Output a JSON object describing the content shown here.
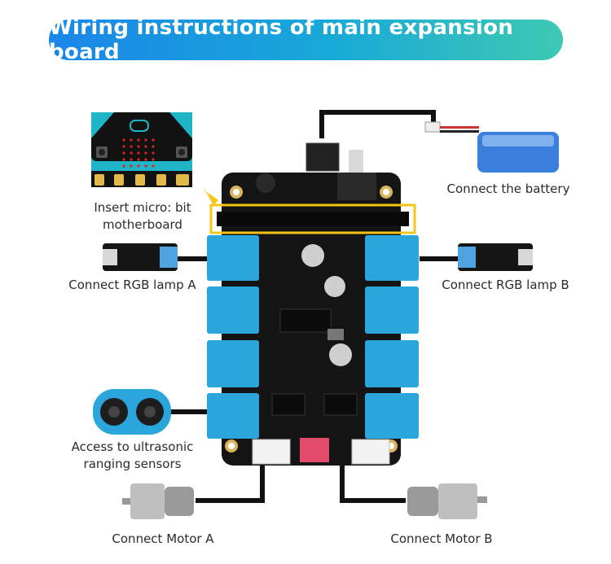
{
  "title": "Wiring instructions of main expansion board",
  "labels": {
    "microbit_line1": "Insert micro: bit",
    "microbit_line2": "motherboard",
    "battery": "Connect the battery",
    "rgb_a": "Connect RGB lamp A",
    "rgb_b": "Connect RGB lamp B",
    "ultrasonic_line1": "Access to ultrasonic",
    "ultrasonic_line2": "ranging sensors",
    "motor_a": "Connect Motor A",
    "motor_b": "Connect Motor B"
  },
  "colors": {
    "board": "#141414",
    "terminal_blue": "#2aa6dc",
    "highlight": "#f5c518",
    "microbit_teal": "#1eb5c8",
    "wire": "#111111"
  }
}
